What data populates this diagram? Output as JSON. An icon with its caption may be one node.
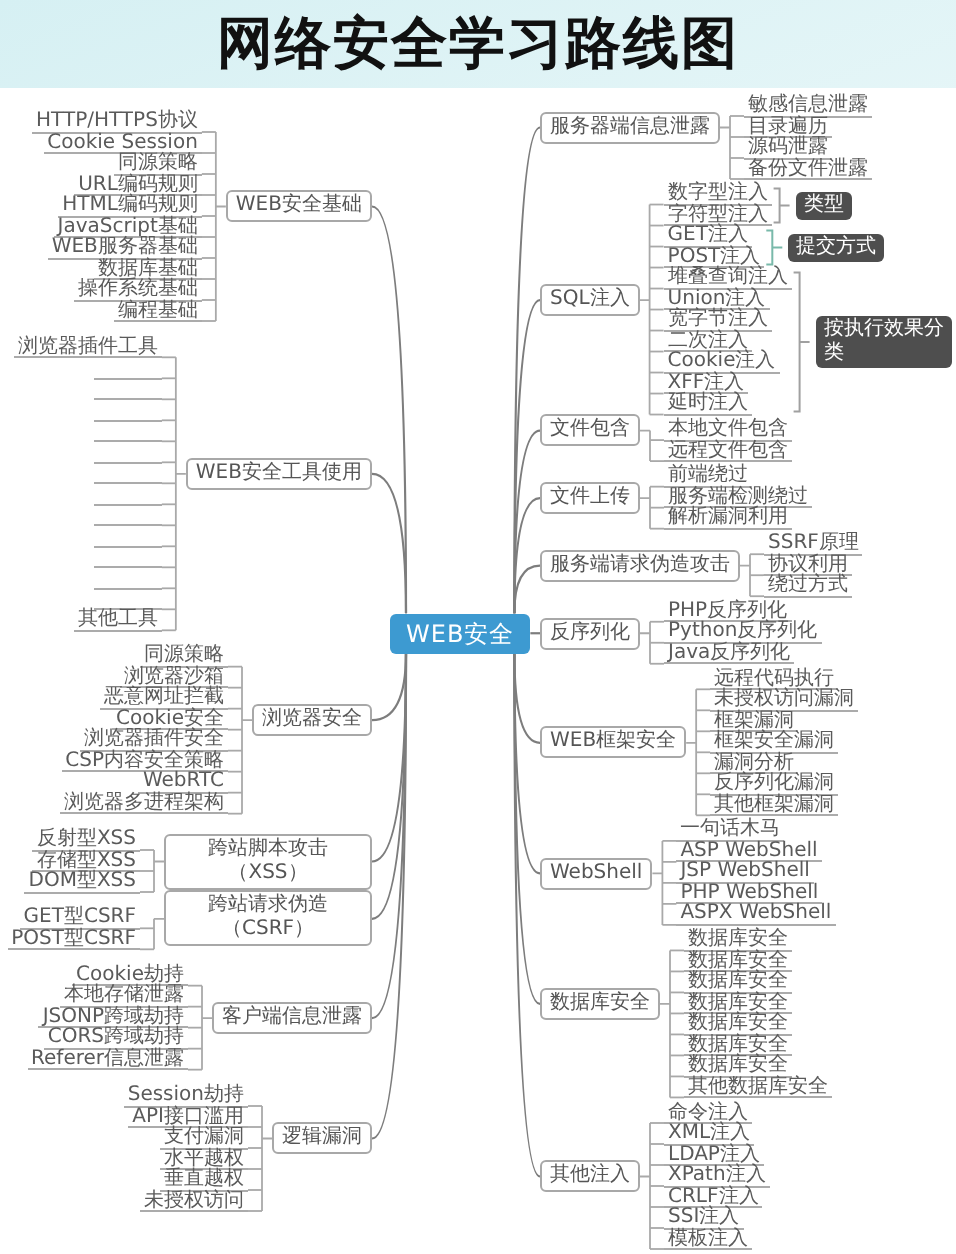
{
  "diagram": {
    "title": "网络安全学习路线图",
    "nodes": [
      {
        "text": [
          "WEB安全"
        ]
      },
      {
        "text": [
          "WEB安全基础"
        ]
      },
      {
        "text": [
          "HTTP/HTTPS协议"
        ]
      },
      {
        "text": [
          "Cookie Session"
        ]
      },
      {
        "text": [
          "同源策略"
        ]
      },
      {
        "text": [
          "URL编码规则"
        ]
      },
      {
        "text": [
          "HTML编码规则"
        ]
      },
      {
        "text": [
          "JavaScript基础"
        ]
      },
      {
        "text": [
          "WEB服务器基础"
        ]
      },
      {
        "text": [
          "数据库基础"
        ]
      },
      {
        "text": [
          "操作系统基础"
        ]
      },
      {
        "text": [
          "编程基础"
        ]
      },
      {
        "text": [
          "WEB安全工具使用"
        ]
      },
      {
        "text": [
          "浏览器插件工具"
        ]
      },
      {
        "text": [],
        "shape": "line"
      },
      {
        "text": [],
        "shape": "line"
      },
      {
        "text": [],
        "shape": "line"
      },
      {
        "text": [],
        "shape": "line"
      },
      {
        "text": [],
        "shape": "line"
      },
      {
        "text": [],
        "shape": "line"
      },
      {
        "text": [],
        "shape": "line"
      },
      {
        "text": [],
        "shape": "line"
      },
      {
        "text": [],
        "shape": "line"
      },
      {
        "text": [],
        "shape": "line"
      },
      {
        "text": [],
        "shape": "line"
      },
      {
        "text": [],
        "shape": "line"
      },
      {
        "text": [
          "其他工具"
        ]
      },
      {
        "text": [
          "浏览器安全"
        ]
      },
      {
        "text": [
          "同源策略"
        ]
      },
      {
        "text": [
          "浏览器沙箱"
        ]
      },
      {
        "text": [
          "恶意网址拦截"
        ]
      },
      {
        "text": [
          "Cookie安全"
        ]
      },
      {
        "text": [
          "浏览器插件安全"
        ]
      },
      {
        "text": [
          "CSP内容安全策略"
        ]
      },
      {
        "text": [
          "WebRTC"
        ]
      },
      {
        "text": [
          "浏览器多进程架构"
        ]
      },
      {
        "text": [
          "跨站脚本攻击（XSS）"
        ]
      },
      {
        "text": [
          "反射型XSS"
        ]
      },
      {
        "text": [
          "存储型XSS"
        ]
      },
      {
        "text": [
          "DOM型XSS"
        ]
      },
      {
        "text": [
          "跨站请求伪造（CSRF）"
        ]
      },
      {
        "text": [
          "GET型CSRF"
        ]
      },
      {
        "text": [
          "POST型CSRF"
        ]
      },
      {
        "text": [
          "客户端信息泄露"
        ]
      },
      {
        "text": [
          "Cookie劫持"
        ]
      },
      {
        "text": [
          "本地存储泄露"
        ]
      },
      {
        "text": [
          "JSONP跨域劫持"
        ]
      },
      {
        "text": [
          "CORS跨域劫持"
        ]
      },
      {
        "text": [
          "Referer信息泄露"
        ]
      },
      {
        "text": [
          "逻辑漏洞"
        ]
      },
      {
        "text": [
          "Session劫持"
        ]
      },
      {
        "text": [
          "API接口滥用"
        ]
      },
      {
        "text": [
          "支付漏洞"
        ]
      },
      {
        "text": [
          "水平越权"
        ]
      },
      {
        "text": [
          "垂直越权"
        ]
      },
      {
        "text": [
          "未授权访问"
        ]
      },
      {
        "text": [
          "服务器端信息泄露"
        ]
      },
      {
        "text": [
          "敏感信息泄露"
        ]
      },
      {
        "text": [
          "目录遍历"
        ]
      },
      {
        "text": [
          "源码泄露"
        ]
      },
      {
        "text": [
          "备份文件泄露"
        ]
      },
      {
        "text": [
          "SQL注入"
        ]
      },
      {
        "text": [
          "数字型注入"
        ]
      },
      {
        "text": [
          "字符型注入"
        ]
      },
      {
        "text": [
          "GET注入"
        ]
      },
      {
        "text": [
          "POST注入"
        ]
      },
      {
        "text": [
          "堆叠查询注入"
        ]
      },
      {
        "text": [
          "Union注入"
        ]
      },
      {
        "text": [
          "宽字节注入"
        ]
      },
      {
        "text": [
          "二次注入"
        ]
      },
      {
        "text": [
          "Cookie注入"
        ]
      },
      {
        "text": [
          "XFF注入"
        ]
      },
      {
        "text": [
          "延时注入"
        ]
      },
      {
        "text": [
          "类型"
        ]
      },
      {
        "text": [
          "提交方式"
        ]
      },
      {
        "text": [
          "按执行效果分类"
        ]
      },
      {
        "text": [
          "文件包含"
        ]
      },
      {
        "text": [
          "本地文件包含"
        ]
      },
      {
        "text": [
          "远程文件包含"
        ]
      },
      {
        "text": [
          "文件上传"
        ]
      },
      {
        "text": [
          "前端绕过"
        ]
      },
      {
        "text": [
          "服务端检测绕过"
        ]
      },
      {
        "text": [
          "解析漏洞利用"
        ]
      },
      {
        "text": [
          "服务端请求伪造攻击"
        ]
      },
      {
        "text": [
          "SSRF原理"
        ]
      },
      {
        "text": [
          "协议利用"
        ]
      },
      {
        "text": [
          "绕过方式"
        ]
      },
      {
        "text": [
          "反序列化"
        ]
      },
      {
        "text": [
          "PHP反序列化"
        ]
      },
      {
        "text": [
          "Python反序列化"
        ]
      },
      {
        "text": [
          "Java反序列化"
        ]
      },
      {
        "text": [
          "WEB框架安全"
        ]
      },
      {
        "text": [
          "远程代码执行"
        ]
      },
      {
        "text": [
          "未授权访问漏洞"
        ]
      },
      {
        "text": [
          "框架漏洞"
        ]
      },
      {
        "text": [
          "框架安全漏洞"
        ]
      },
      {
        "text": [
          "漏洞分析"
        ]
      },
      {
        "text": [
          "反序列化漏洞"
        ]
      },
      {
        "text": [
          "其他框架漏洞"
        ]
      },
      {
        "text": [
          "WebShell"
        ]
      },
      {
        "text": [
          "一句话木马"
        ]
      },
      {
        "text": [
          "ASP WebShell"
        ]
      },
      {
        "text": [
          "JSP WebShell"
        ]
      },
      {
        "text": [
          "PHP WebShell"
        ]
      },
      {
        "text": [
          "ASPX WebShell"
        ]
      },
      {
        "text": [
          "数据库安全"
        ]
      },
      {
        "text": [
          "数据库安全"
        ]
      },
      {
        "text": [
          "数据库安全"
        ]
      },
      {
        "text": [
          "数据库安全"
        ]
      },
      {
        "text": [
          "数据库安全"
        ]
      },
      {
        "text": [
          "数据库安全"
        ]
      },
      {
        "text": [
          "数据库安全"
        ]
      },
      {
        "text": [
          "数据库安全"
        ]
      },
      {
        "text": [
          "其他数据库安全"
        ]
      },
      {
        "text": [
          "其他注入"
        ]
      },
      {
        "text": [
          "命令注入"
        ]
      },
      {
        "text": [
          "XML注入"
        ]
      },
      {
        "text": [
          "LDAP注入"
        ]
      },
      {
        "text": [
          "XPath注入"
        ]
      },
      {
        "text": [
          "CRLF注入"
        ]
      },
      {
        "text": [
          "SSI注入"
        ]
      },
      {
        "text": [
          "模板注入"
        ]
      }
    ],
    "edges": [
      {
        "from": 0,
        "to": 1,
        "arrow": "none"
      },
      {
        "from": 0,
        "to": 12,
        "arrow": "none"
      },
      {
        "from": 0,
        "to": 27,
        "arrow": "none"
      },
      {
        "from": 0,
        "to": 36,
        "arrow": "none"
      },
      {
        "from": 0,
        "to": 40,
        "arrow": "none"
      },
      {
        "from": 0,
        "to": 43,
        "arrow": "none"
      },
      {
        "from": 0,
        "to": 49,
        "arrow": "none"
      },
      {
        "from": 0,
        "to": 56,
        "arrow": "none"
      },
      {
        "from": 0,
        "to": 61,
        "arrow": "none"
      },
      {
        "from": 0,
        "to": 76,
        "arrow": "none"
      },
      {
        "from": 0,
        "to": 79,
        "arrow": "none"
      },
      {
        "from": 0,
        "to": 83,
        "arrow": "none"
      },
      {
        "from": 0,
        "to": 87,
        "arrow": "none"
      },
      {
        "from": 0,
        "to": 91,
        "arrow": "none"
      },
      {
        "from": 0,
        "to": 99,
        "arrow": "none"
      },
      {
        "from": 0,
        "to": 105,
        "arrow": "none"
      },
      {
        "from": 0,
        "to": 114,
        "arrow": "none"
      },
      {
        "from": 1,
        "to": 2,
        "arrow": "none"
      },
      {
        "from": 1,
        "to": 3,
        "arrow": "none"
      },
      {
        "from": 1,
        "to": 4,
        "arrow": "none"
      },
      {
        "from": 1,
        "to": 5,
        "arrow": "none"
      },
      {
        "from": 1,
        "to": 6,
        "arrow": "none"
      },
      {
        "from": 1,
        "to": 7,
        "arrow": "none"
      },
      {
        "from": 1,
        "to": 8,
        "arrow": "none"
      },
      {
        "from": 1,
        "to": 9,
        "arrow": "none"
      },
      {
        "from": 1,
        "to": 10,
        "arrow": "none"
      },
      {
        "from": 1,
        "to": 11,
        "arrow": "none"
      },
      {
        "from": 12,
        "to": 13,
        "arrow": "none"
      },
      {
        "from": 12,
        "to": 14,
        "arrow": "none"
      },
      {
        "from": 12,
        "to": 15,
        "arrow": "none"
      },
      {
        "from": 12,
        "to": 16,
        "arrow": "none"
      },
      {
        "from": 12,
        "to": 17,
        "arrow": "none"
      },
      {
        "from": 12,
        "to": 18,
        "arrow": "none"
      },
      {
        "from": 12,
        "to": 19,
        "arrow": "none"
      },
      {
        "from": 12,
        "to": 20,
        "arrow": "none"
      },
      {
        "from": 12,
        "to": 21,
        "arrow": "none"
      },
      {
        "from": 12,
        "to": 22,
        "arrow": "none"
      },
      {
        "from": 12,
        "to": 23,
        "arrow": "none"
      },
      {
        "from": 12,
        "to": 24,
        "arrow": "none"
      },
      {
        "from": 12,
        "to": 25,
        "arrow": "none"
      },
      {
        "from": 12,
        "to": 26,
        "arrow": "none"
      },
      {
        "from": 27,
        "to": 28,
        "arrow": "none"
      },
      {
        "from": 27,
        "to": 29,
        "arrow": "none"
      },
      {
        "from": 27,
        "to": 30,
        "arrow": "none"
      },
      {
        "from": 27,
        "to": 31,
        "arrow": "none"
      },
      {
        "from": 27,
        "to": 32,
        "arrow": "none"
      },
      {
        "from": 27,
        "to": 33,
        "arrow": "none"
      },
      {
        "from": 27,
        "to": 34,
        "arrow": "none"
      },
      {
        "from": 27,
        "to": 35,
        "arrow": "none"
      },
      {
        "from": 36,
        "to": 37,
        "arrow": "none"
      },
      {
        "from": 36,
        "to": 38,
        "arrow": "none"
      },
      {
        "from": 36,
        "to": 39,
        "arrow": "none"
      },
      {
        "from": 40,
        "to": 41,
        "arrow": "none"
      },
      {
        "from": 40,
        "to": 42,
        "arrow": "none"
      },
      {
        "from": 43,
        "to": 44,
        "arrow": "none"
      },
      {
        "from": 43,
        "to": 45,
        "arrow": "none"
      },
      {
        "from": 43,
        "to": 46,
        "arrow": "none"
      },
      {
        "from": 43,
        "to": 47,
        "arrow": "none"
      },
      {
        "from": 43,
        "to": 48,
        "arrow": "none"
      },
      {
        "from": 49,
        "to": 50,
        "arrow": "none"
      },
      {
        "from": 49,
        "to": 51,
        "arrow": "none"
      },
      {
        "from": 49,
        "to": 52,
        "arrow": "none"
      },
      {
        "from": 49,
        "to": 53,
        "arrow": "none"
      },
      {
        "from": 49,
        "to": 54,
        "arrow": "none"
      },
      {
        "from": 49,
        "to": 55,
        "arrow": "none"
      },
      {
        "from": 56,
        "to": 57,
        "arrow": "none"
      },
      {
        "from": 56,
        "to": 58,
        "arrow": "none"
      },
      {
        "from": 56,
        "to": 59,
        "arrow": "none"
      },
      {
        "from": 56,
        "to": 60,
        "arrow": "none"
      },
      {
        "from": 61,
        "to": 62,
        "arrow": "none"
      },
      {
        "from": 61,
        "to": 63,
        "arrow": "none"
      },
      {
        "from": 61,
        "to": 64,
        "arrow": "none"
      },
      {
        "from": 61,
        "to": 65,
        "arrow": "none"
      },
      {
        "from": 61,
        "to": 66,
        "arrow": "none"
      },
      {
        "from": 61,
        "to": 67,
        "arrow": "none"
      },
      {
        "from": 61,
        "to": 68,
        "arrow": "none"
      },
      {
        "from": 61,
        "to": 69,
        "arrow": "none"
      },
      {
        "from": 61,
        "to": 70,
        "arrow": "none"
      },
      {
        "from": 61,
        "to": 71,
        "arrow": "none"
      },
      {
        "from": 61,
        "to": 72,
        "arrow": "none"
      },
      {
        "from": 76,
        "to": 77,
        "arrow": "none"
      },
      {
        "from": 76,
        "to": 78,
        "arrow": "none"
      },
      {
        "from": 79,
        "to": 80,
        "arrow": "none"
      },
      {
        "from": 79,
        "to": 81,
        "arrow": "none"
      },
      {
        "from": 79,
        "to": 82,
        "arrow": "none"
      },
      {
        "from": 83,
        "to": 84,
        "arrow": "none"
      },
      {
        "from": 83,
        "to": 85,
        "arrow": "none"
      },
      {
        "from": 83,
        "to": 86,
        "arrow": "none"
      },
      {
        "from": 87,
        "to": 88,
        "arrow": "none"
      },
      {
        "from": 87,
        "to": 89,
        "arrow": "none"
      },
      {
        "from": 87,
        "to": 90,
        "arrow": "none"
      },
      {
        "from": 91,
        "to": 92,
        "arrow": "none"
      },
      {
        "from": 91,
        "to": 93,
        "arrow": "none"
      },
      {
        "from": 91,
        "to": 94,
        "arrow": "none"
      },
      {
        "from": 91,
        "to": 95,
        "arrow": "none"
      },
      {
        "from": 91,
        "to": 96,
        "arrow": "none"
      },
      {
        "from": 91,
        "to": 97,
        "arrow": "none"
      },
      {
        "from": 91,
        "to": 98,
        "arrow": "none"
      },
      {
        "from": 99,
        "to": 100,
        "arrow": "none"
      },
      {
        "from": 99,
        "to": 101,
        "arrow": "none"
      },
      {
        "from": 99,
        "to": 102,
        "arrow": "none"
      },
      {
        "from": 99,
        "to": 103,
        "arrow": "none"
      },
      {
        "from": 99,
        "to": 104,
        "arrow": "none"
      },
      {
        "from": 105,
        "to": 106,
        "arrow": "none"
      },
      {
        "from": 105,
        "to": 107,
        "arrow": "none"
      },
      {
        "from": 105,
        "to": 108,
        "arrow": "none"
      },
      {
        "from": 105,
        "to": 109,
        "arrow": "none"
      },
      {
        "from": 105,
        "to": 110,
        "arrow": "none"
      },
      {
        "from": 105,
        "to": 111,
        "arrow": "none"
      },
      {
        "from": 105,
        "to": 112,
        "arrow": "none"
      },
      {
        "from": 105,
        "to": 113,
        "arrow": "none"
      },
      {
        "from": 114,
        "to": 115,
        "arrow": "none"
      },
      {
        "from": 114,
        "to": 116,
        "arrow": "none"
      },
      {
        "from": 114,
        "to": 117,
        "arrow": "none"
      },
      {
        "from": 114,
        "to": 118,
        "arrow": "none"
      },
      {
        "from": 114,
        "to": 119,
        "arrow": "none"
      },
      {
        "from": 114,
        "to": 120,
        "arrow": "none"
      },
      {
        "from": 114,
        "to": 121,
        "arrow": "none"
      }
    ]
  }
}
